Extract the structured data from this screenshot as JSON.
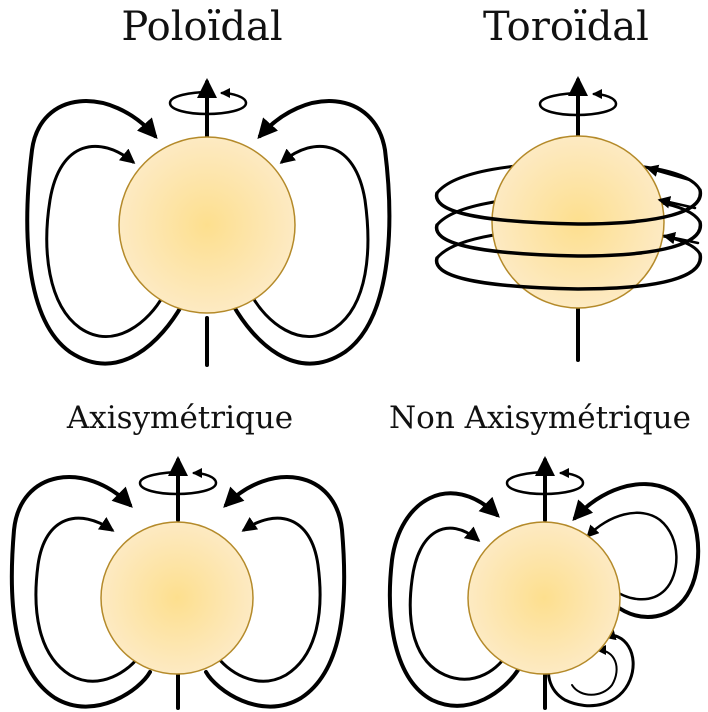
{
  "titles": {
    "poloidal": "Poloïdal",
    "toroidal": "Toroïdal",
    "axisymmetric": "Axisymétrique",
    "non_axisymmetric": "Non Axisymétrique"
  },
  "colors": {
    "line": "#000000",
    "sphere_center": "#fddf8e",
    "sphere_edge": "#fdebc8",
    "sphere_stroke": "#b48a2a"
  }
}
